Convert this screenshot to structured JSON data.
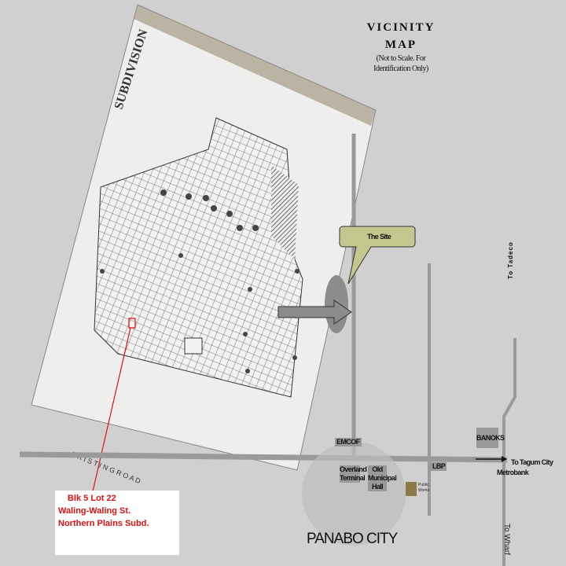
{
  "title": {
    "line1": "VICINITY",
    "line2": "MAP",
    "note1": "(Not to Scale. For",
    "note2": "Identification Only)"
  },
  "callout": {
    "label": "The Site"
  },
  "landmarks": {
    "emcof": "EMCOF",
    "banoks": "BANOKS",
    "overland": [
      "Overland",
      "Terminal"
    ],
    "municipal": [
      "Old",
      "Municipal",
      "Hall"
    ],
    "public_works": [
      "Public",
      "Works"
    ],
    "lbp": "LBP",
    "metrobank": "Metrobank"
  },
  "directions": {
    "tagum": "To Tagum City",
    "wharf": "To Wharf",
    "tadeco": "To Tadeco"
  },
  "city": "PANABO CITY",
  "site_label": {
    "line1": "Blk 5 Lot 22",
    "line2": "Waling-Waling St.",
    "line3": "Northern Plains Subd."
  },
  "colors": {
    "background": "#d0d0d0",
    "road": "#9a9a9a",
    "callout": "#c4c88e",
    "marker": "#e01010"
  }
}
